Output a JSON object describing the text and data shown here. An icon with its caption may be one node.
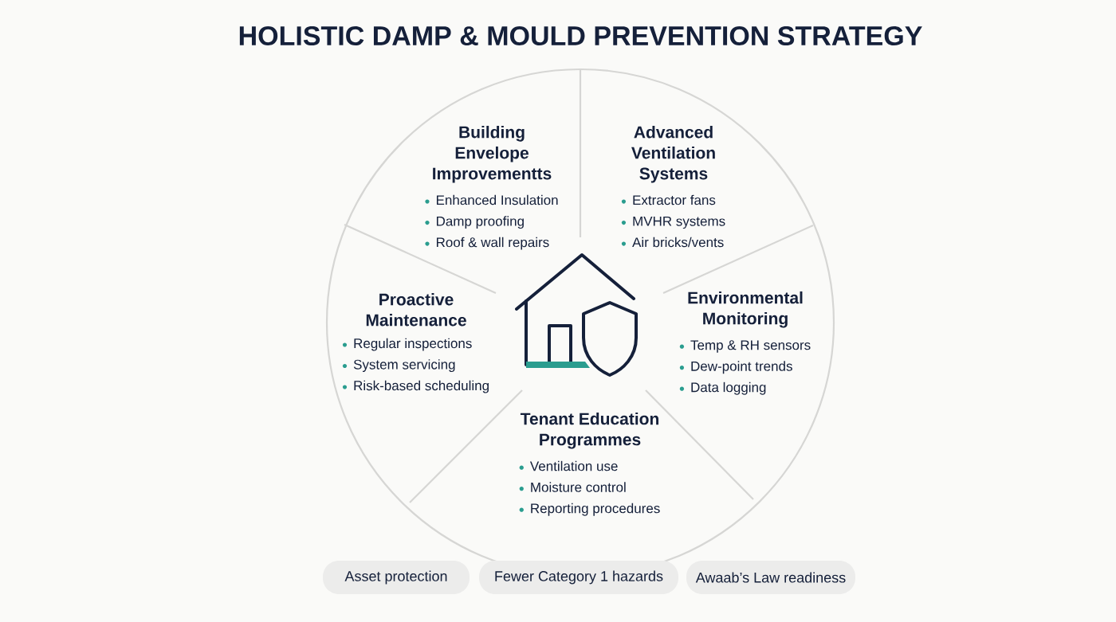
{
  "diagram": {
    "title": "HOLISTIC DAMP & MOULD  PREVENTION STRATEGY",
    "nodes": [
      {
        "text": [
          "Building Envelope Improvementts",
          "Enhanced Insulation",
          "Damp proofing",
          "Roof & wall repairs"
        ]
      },
      {
        "text": [
          "Advanced Ventilation Systems",
          "Extractor fans",
          "MVHR systems",
          "Air bricks/vents"
        ]
      },
      {
        "text": [
          "Proactive Maintenance",
          "Regular inspections",
          "System servicing",
          "Risk-based scheduling"
        ]
      },
      {
        "text": [
          "Environmental Monitoring",
          "Temp & RH sensors",
          "Dew-point trends",
          "Data logging"
        ]
      },
      {
        "text": [
          "Tenant Education Programmes",
          "Ventilation use",
          "Moisture control",
          "Reporting procedures"
        ]
      },
      {
        "text": [
          "Asset protection"
        ]
      },
      {
        "text": [
          "Fewer Category 1 hazards"
        ]
      },
      {
        "text": [
          "Awaab’s Law readiness"
        ]
      }
    ]
  }
}
